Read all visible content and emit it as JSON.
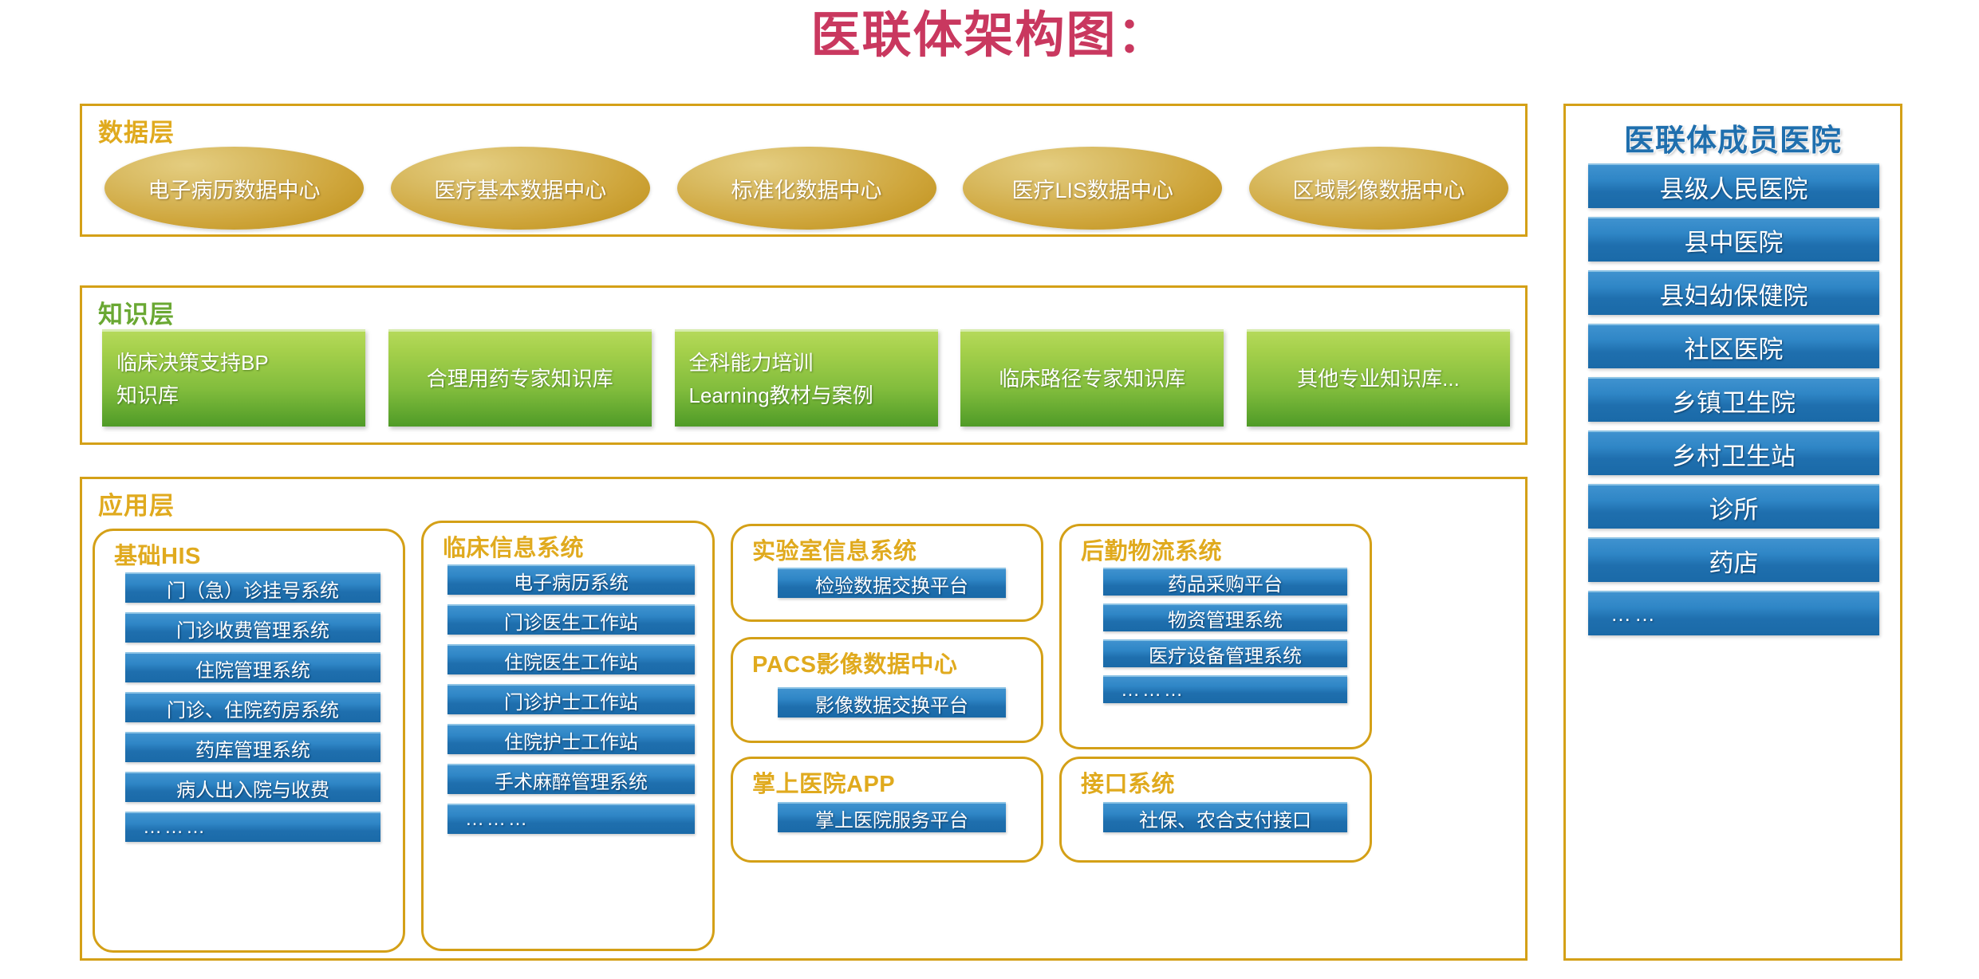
{
  "title": "医联体架构图：",
  "accent_colors": {
    "title": "#c9385f",
    "gold_border": "#d4a017",
    "gold_label": "#e0aa1e",
    "green_label": "#6aa833",
    "blue": "#1f6fae",
    "green_box": "#82bd3d",
    "ellipse_gold": "#cfa63c"
  },
  "layers": {
    "data": {
      "label": "数据层",
      "items": [
        "电子病历数据中心",
        "医疗基本数据中心",
        "标准化数据中心",
        "医疗LIS数据中心",
        "区域影像数据中心"
      ]
    },
    "knowledge": {
      "label": "知识层",
      "items": [
        {
          "line1": "临床决策支持BP",
          "line2": "知识库"
        },
        {
          "line1": "合理用药专家知识库",
          "line2": ""
        },
        {
          "line1": "全科能力培训",
          "line2": "Learning教材与案例"
        },
        {
          "line1": "临床路径专家知识库",
          "line2": ""
        },
        {
          "line1": "其他专业知识库...",
          "line2": ""
        }
      ]
    },
    "application": {
      "label": "应用层",
      "panels": [
        {
          "title": "基础HIS",
          "items": [
            "门（急）诊挂号系统",
            "门诊收费管理系统",
            "住院管理系统",
            "门诊、住院药房系统",
            "药库管理系统",
            "病人出入院与收费",
            "………"
          ]
        },
        {
          "title": "临床信息系统",
          "items": [
            "电子病历系统",
            "门诊医生工作站",
            "住院医生工作站",
            "门诊护士工作站",
            "住院护士工作站",
            "手术麻醉管理系统",
            "………"
          ]
        },
        {
          "title": "实验室信息系统",
          "items": [
            "检验数据交换平台"
          ]
        },
        {
          "title": "PACS影像数据中心",
          "items": [
            "影像数据交换平台"
          ]
        },
        {
          "title": "掌上医院APP",
          "items": [
            "掌上医院服务平台"
          ]
        },
        {
          "title": "后勤物流系统",
          "items": [
            "药品采购平台",
            "物资管理系统",
            "医疗设备管理系统",
            "………"
          ]
        },
        {
          "title": "接口系统",
          "items": [
            "社保、农合支付接口"
          ]
        }
      ]
    }
  },
  "sidebar": {
    "title": "医联体成员医院",
    "items": [
      "县级人民医院",
      "县中医院",
      "县妇幼保健院",
      "社区医院",
      "乡镇卫生院",
      "乡村卫生站",
      "诊所",
      "药店",
      "……"
    ]
  }
}
